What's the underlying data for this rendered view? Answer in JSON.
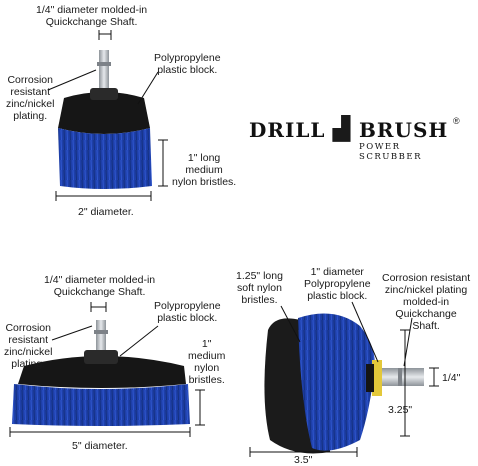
{
  "brand": {
    "name_left": "DRILL",
    "name_right": "BRUSH",
    "tagline": "POWER SCRUBBER",
    "registered": "®"
  },
  "brush_top": {
    "shaft_label": [
      "1/4\" diameter molded-in",
      "Quickchange Shaft."
    ],
    "block_label": [
      "Polypropylene",
      "plastic block."
    ],
    "plating_label": [
      "Corrosion",
      "resistant",
      "zinc/nickel",
      "plating."
    ],
    "bristle_label": [
      "1\" long",
      "medium",
      "nylon bristles."
    ],
    "diameter_label": "2\" diameter."
  },
  "brush_bottom_left": {
    "shaft_label": [
      "1/4\" diameter molded-in",
      "Quickchange Shaft."
    ],
    "block_label": [
      "Polypropylene",
      "plastic block."
    ],
    "plating_label": [
      "Corrosion",
      "resistant",
      "zinc/nickel",
      "plating."
    ],
    "bristle_label": [
      "1\"",
      "medium",
      "nylon",
      "bristles."
    ],
    "diameter_label": "5\" diameter."
  },
  "brush_bottom_right": {
    "bristle_label": [
      "1.25\" long",
      "soft nylon",
      "bristles."
    ],
    "block_label": [
      "1\" diameter",
      "Polypropylene",
      "plastic block."
    ],
    "plating_label": [
      "Corrosion resistant",
      "zinc/nickel plating",
      "molded-in",
      "Quickchange",
      "Shaft."
    ],
    "shaft_dim": "1/4\"",
    "length_dim": "3.25\"",
    "diameter_dim": "3.5\""
  },
  "colors": {
    "bristle_blue": "#1e3fa8",
    "bristle_black": "#1b1b1b",
    "block_black": "#161616",
    "metal": "#b9bec3",
    "ferrule_yellow": "#e3c83a"
  }
}
